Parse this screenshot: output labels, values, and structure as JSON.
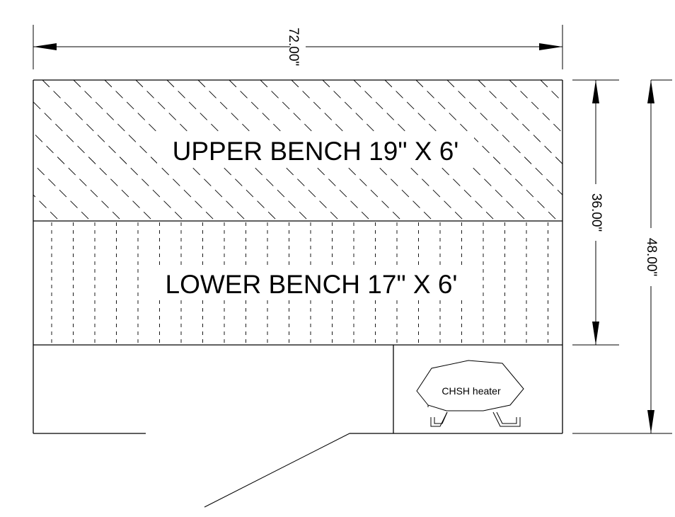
{
  "dimensions": {
    "width_overall": "72.00\"",
    "bench_depth": "36.00\"",
    "room_depth": "48.00\""
  },
  "benches": {
    "upper": "UPPER BENCH 19\" X 6'",
    "lower": "LOWER BENCH 17\" X 6'"
  },
  "heater": {
    "label": "CHSH heater"
  }
}
